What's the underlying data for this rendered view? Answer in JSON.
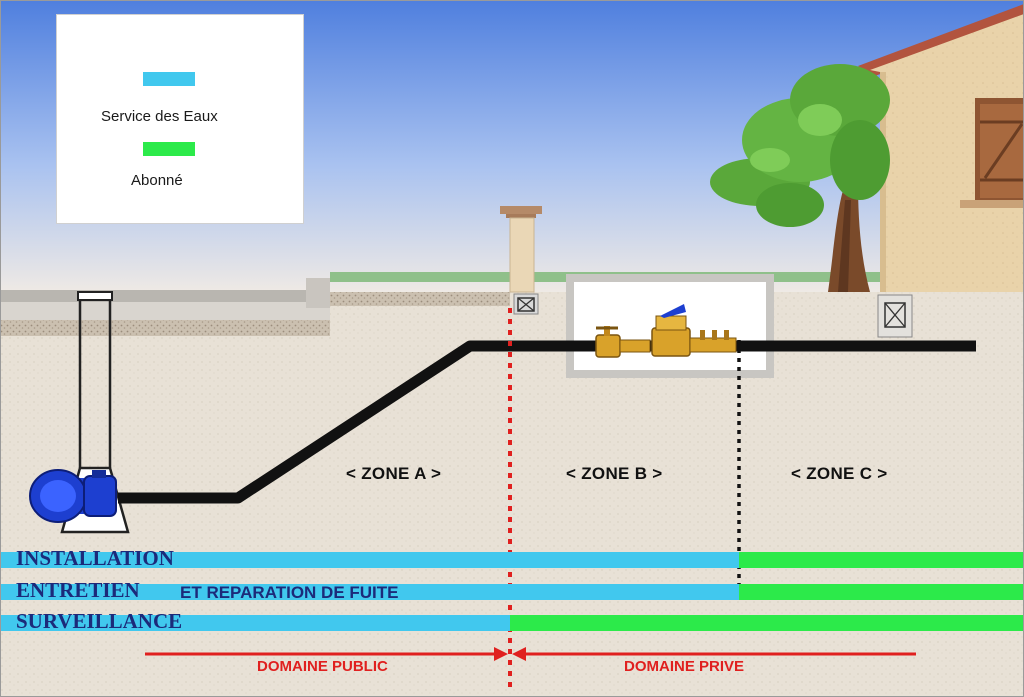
{
  "legend": {
    "items": [
      {
        "label": "Service des Eaux",
        "color": "#41c8ee"
      },
      {
        "label": "Abonné",
        "color": "#2cea4a"
      }
    ]
  },
  "zones": {
    "a": "< ZONE A >",
    "b": "< ZONE B >",
    "c": "< ZONE C >"
  },
  "bands": {
    "installation": {
      "label": "INSTALLATION",
      "blue_until": "limite compteur",
      "green_from": "limite compteur"
    },
    "entretien": {
      "label_part1": "ENTRETIEN",
      "label_part2": "ET REPARATION DE FUITE"
    },
    "surveillance": {
      "label": "SURVEILLANCE"
    }
  },
  "domains": {
    "public": "DOMAINE PUBLIC",
    "prive": "DOMAINE PRIVE"
  },
  "colors": {
    "service_des_eaux": "#41c8ee",
    "abonne": "#2cea4a",
    "boundary_line": "#e0201f",
    "pipe": "#111111"
  },
  "icons": [
    "valve-icon",
    "water-meter-icon",
    "tree-icon",
    "house-icon",
    "manhole-icon"
  ]
}
